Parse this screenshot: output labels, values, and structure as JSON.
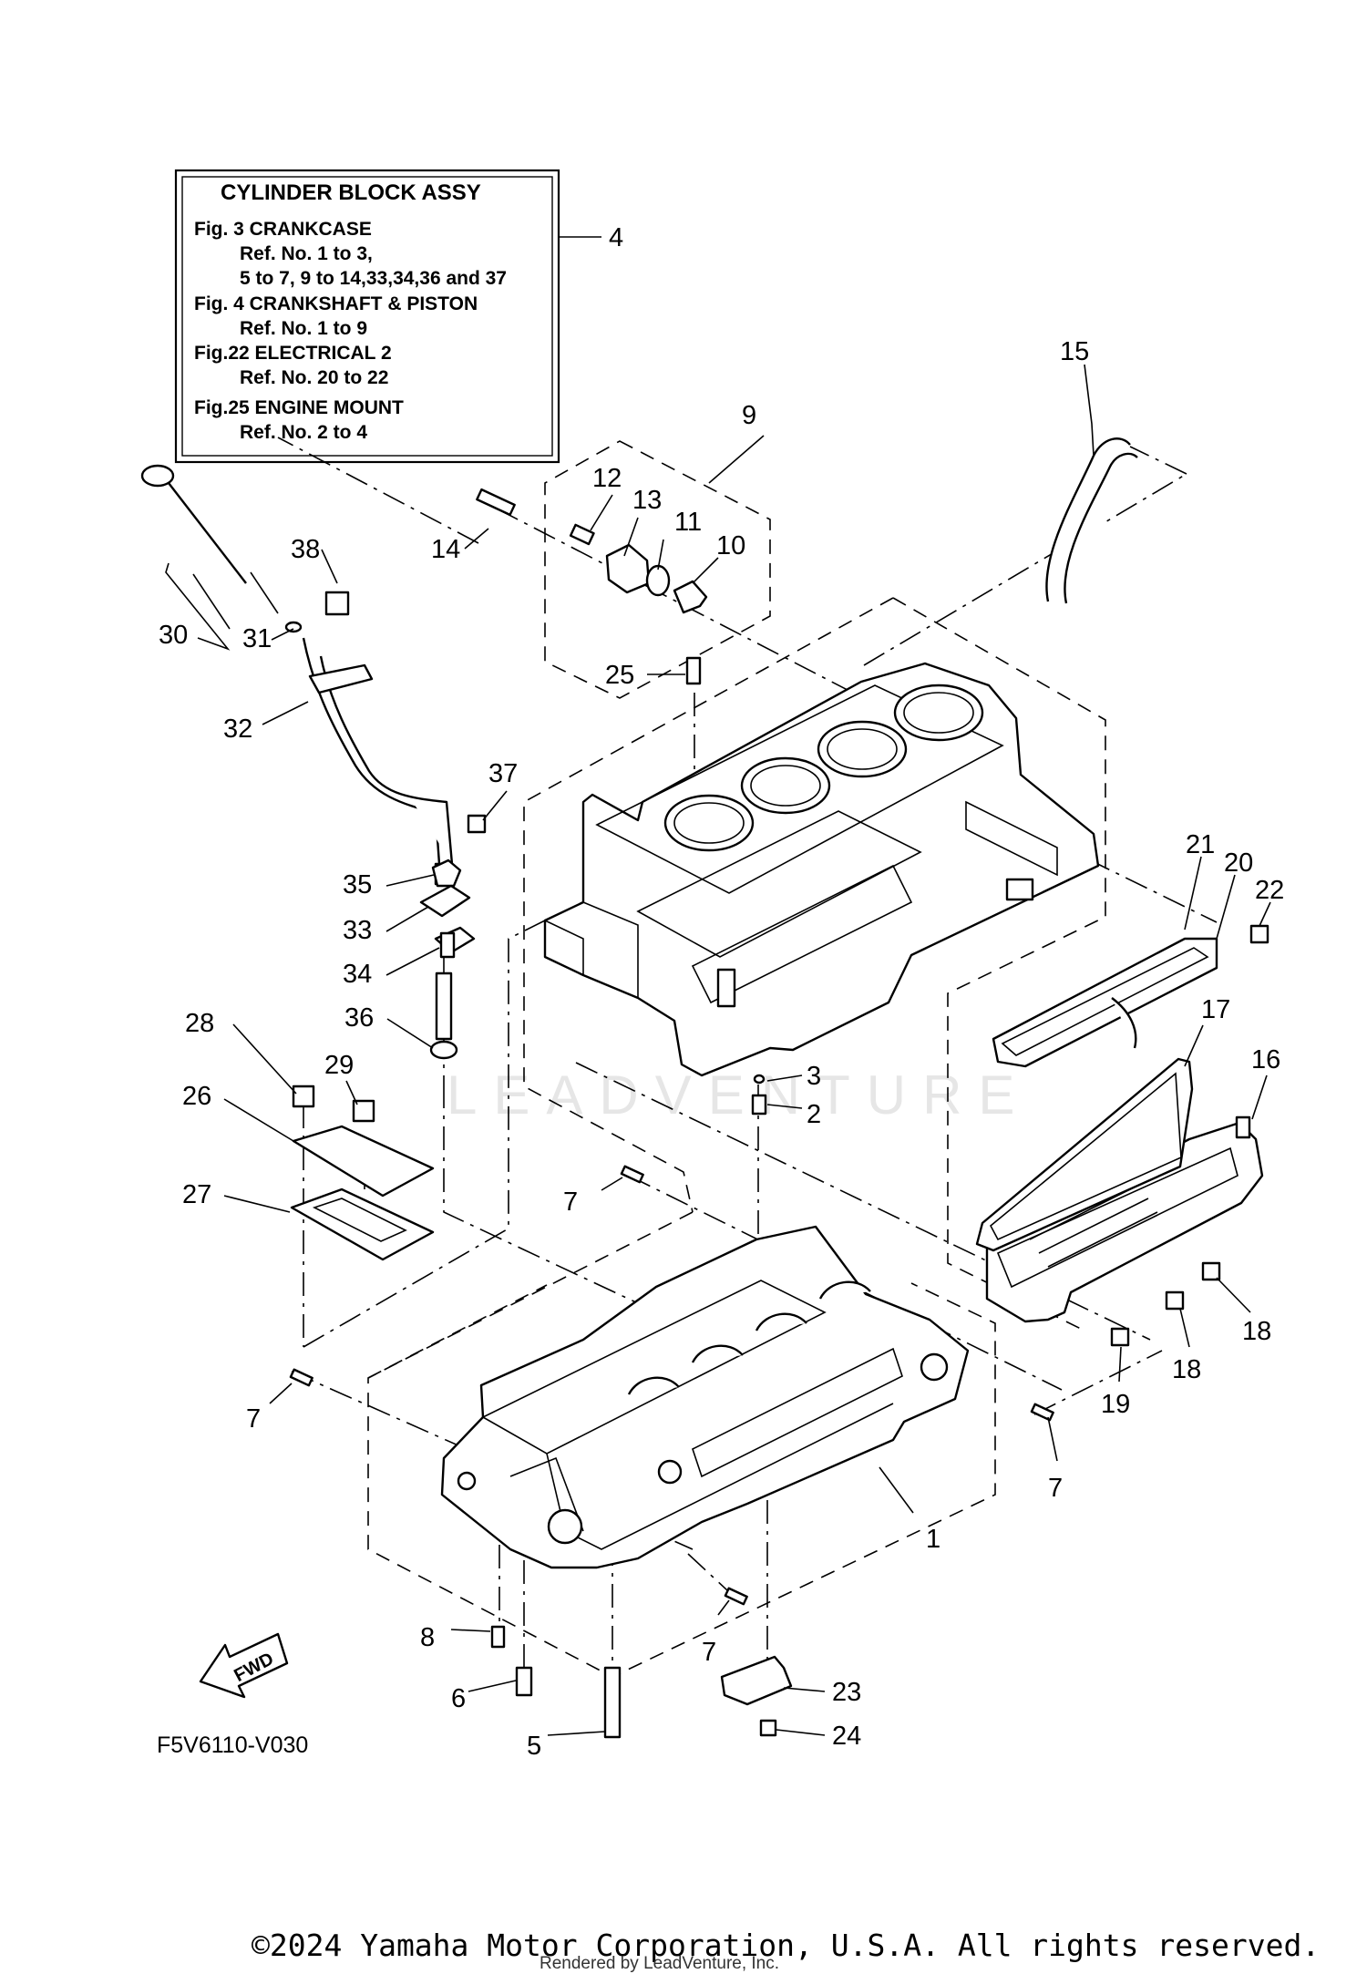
{
  "info_box": {
    "title": "CYLINDER BLOCK ASSY",
    "lines": [
      "Fig.  3 CRANKCASE",
      "Ref. No. 1 to 3,",
      "5 to 7, 9 to 14,33,34,36 and 37",
      "Fig.  4 CRANKSHAFT & PISTON",
      "Ref. No. 1 to 9",
      "Fig.22 ELECTRICAL 2",
      "Ref. No. 20 to 22",
      "Fig.25 ENGINE MOUNT",
      "Ref. No. 2 to 4"
    ],
    "ref_label": "4"
  },
  "callouts": {
    "c1": "1",
    "c2": "2",
    "c3": "3",
    "c5": "5",
    "c6": "6",
    "c7a": "7",
    "c7b": "7",
    "c7c": "7",
    "c7d": "7",
    "c8": "8",
    "c9": "9",
    "c10": "10",
    "c11": "11",
    "c12": "12",
    "c13": "13",
    "c14": "14",
    "c15": "15",
    "c16": "16",
    "c17": "17",
    "c18a": "18",
    "c18b": "18",
    "c19": "19",
    "c20": "20",
    "c21": "21",
    "c22": "22",
    "c23": "23",
    "c24": "24",
    "c25": "25",
    "c26": "26",
    "c27": "27",
    "c28": "28",
    "c29": "29",
    "c30": "30",
    "c31": "31",
    "c32": "32",
    "c33": "33",
    "c34": "34",
    "c35": "35",
    "c36": "36",
    "c37": "37",
    "c38": "38"
  },
  "fwd_label": "FWD",
  "diagram_code": "F5V6110-V030",
  "watermark": "LEADVENTURE",
  "copyright": "©2024 Yamaha Motor Corporation, U.S.A. All rights reserved.",
  "rendered_by": "Rendered by LeadVenture, Inc."
}
